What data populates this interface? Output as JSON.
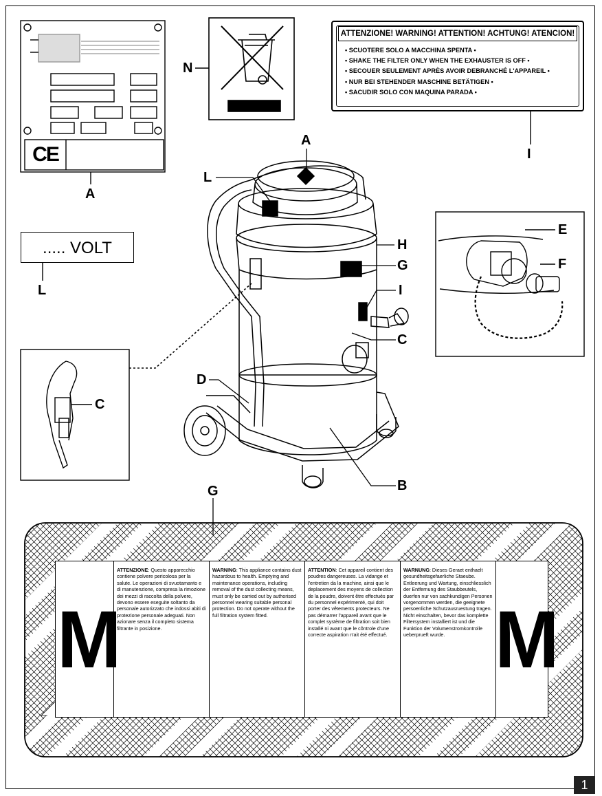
{
  "callouts": {
    "plate_a": "A",
    "top_a": "A",
    "n": "N",
    "i_sign": "I",
    "l_top": "L",
    "h": "H",
    "g_top": "G",
    "i_side": "I",
    "c_side": "C",
    "e": "E",
    "f": "F",
    "l_volt": "L",
    "c_clamp": "C",
    "d": "D",
    "b": "B",
    "g_label": "G"
  },
  "ce_mark": "CE",
  "volt_label": "..... VOLT",
  "warning_sign": {
    "heading": "ATTENZIONE! WARNING! ATTENTION! ACHTUNG! ATENCION!",
    "lines": [
      "• SCUOTERE SOLO A MACCHINA SPENTA •",
      "• SHAKE THE FILTER ONLY WHEN THE EXHAUSTER IS OFF •",
      "• SECOUER SEULEMENT APRÈS AVOIR DEBRANCHÉ L'APPAREIL •",
      "• NUR BEI STEHENDER MASCHINE  BETÄTIGEN •",
      "• SACUDIR SOLO CON MAQUINA PARADA •"
    ]
  },
  "dust_label": {
    "class_letter_left": "M",
    "class_letter_right": "M",
    "columns": [
      {
        "heading": "ATTENZIONE",
        "text": ": Questo apparecchio contiene polvere pericolosa per la salute. Le operazioni di svuotamanto e di manutenzione, compresa la rimozione dei mezzi di raccolta della polvere, devono essere eseguite soltanto da personale autorizzato che indossi abiti di protezione personale adeguati. Non azionare senza il completo sistema filtrante in posizione."
      },
      {
        "heading": "WARNING",
        "text": ": This appliance contains dust hazardous to health. Emptying and maintenance operations, including removal of the dust collecting means, must only be carried out by authorised personnel wearing suitable personal protection. Do not operate without the full filtration system fitted."
      },
      {
        "heading": "ATTENTION",
        "text": ": Cet appareil contient des poudres dangereuses. La vidange et l'entretien da la machine, ainsi que le deplacement des moyens de collection de la poudre, doivent être effectués par du personnel expérimenté, qui doit porter des vêtements protecteurs. Ne pas démarrer l'appareil avant que le complet système de filtration soit bien installé ni avant que le côntrole d'une correcte aspiration n'ait été effectué."
      },
      {
        "heading": "WARNUNG",
        "text": ": Dieses Geraet enthaelt gesundheitsgefaerliche Staeube. Entleerung und Wartung, einschliesslich der Entfernung des Staubbeutels, duerfen nur von sachkundigen Personen vorgenommen werden, die geeignete persoenliche Schutzausruestung tragen. Nicht einschalten, bevor das komplette Filtersystem installiert ist und die Funktion der Volumenstromkontrolle ueberprueft wurde."
      }
    ]
  },
  "page_number": "1"
}
